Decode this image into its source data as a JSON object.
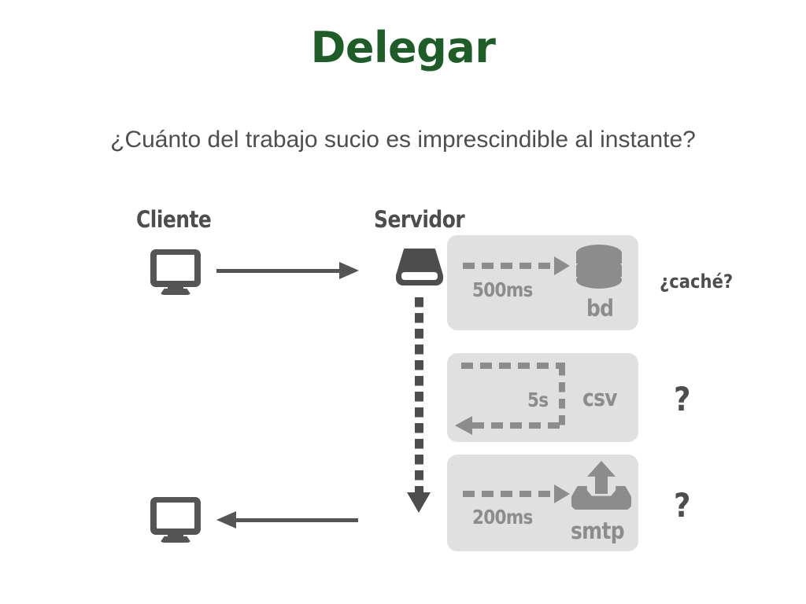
{
  "slide": {
    "title": "Delegar",
    "subtitle": "¿Cuánto del trabajo sucio es imprescindible al instante?",
    "title_color": "#1e5c28",
    "text_color": "#4d4d4d",
    "panel_color": "#e0e0e0",
    "accent_gray": "#8c8c8c",
    "background": "#ffffff"
  },
  "columns": {
    "client_label": "Cliente",
    "server_label": "Servidor"
  },
  "icons": {
    "client_top": "monitor-icon",
    "client_bottom": "monitor-icon",
    "server": "server-icon",
    "request_arrow": "arrow-right-icon",
    "response_arrow": "arrow-left-icon",
    "server_timeline": "dashed-arrow-down-icon"
  },
  "panels": [
    {
      "id": "db",
      "latency": "500ms",
      "service": "bd",
      "service_icon": "database-icon",
      "flow": "dashed-arrow-right-icon",
      "note": "¿caché?"
    },
    {
      "id": "csv",
      "latency": "5s",
      "service": "csv",
      "service_icon": "none",
      "flow": "dashed-loop-arrow-icon",
      "note": "?"
    },
    {
      "id": "smtp",
      "latency": "200ms",
      "service": "smtp",
      "service_icon": "upload-outbox-icon",
      "flow": "dashed-arrow-right-icon",
      "note": "?"
    }
  ]
}
